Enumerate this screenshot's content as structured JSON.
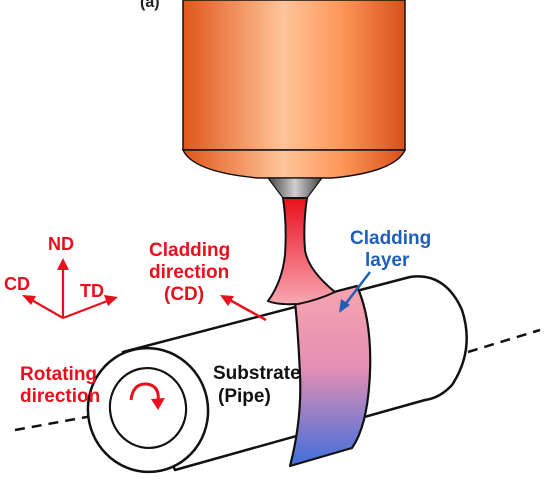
{
  "colors": {
    "red": "#e8101c",
    "blue": "#1f5fb8",
    "nozzle_dark": "#e0561a",
    "nozzle_light": "#ffc49a",
    "outline": "#111111",
    "cladding_top": "#f66a7a",
    "cladding_bottom": "#3f6fdc"
  },
  "labels": {
    "figure_tag": "(a)",
    "axes": {
      "nd": "ND",
      "cd": "CD",
      "td": "TD"
    },
    "cladding_direction": {
      "line1": "Cladding",
      "line2": "direction",
      "line3": "(CD)"
    },
    "cladding_layer": {
      "line1": "Cladding",
      "line2": "layer"
    },
    "substrate": {
      "line1": "Substrate",
      "line2": "(Pipe)"
    },
    "rotating_direction": {
      "line1": "Rotating",
      "line2": "direction"
    }
  }
}
